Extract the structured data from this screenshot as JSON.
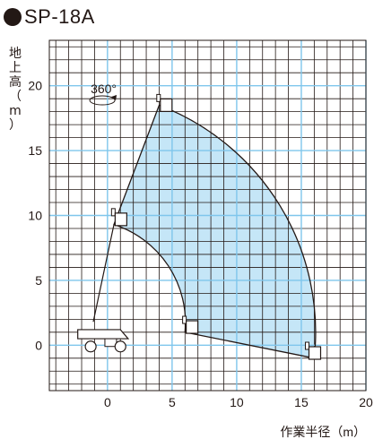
{
  "title": "SP-18A",
  "rotation_label": "360°",
  "chart_data": {
    "type": "area",
    "title": "SP-18A",
    "ylabel_chars": [
      "地",
      "上",
      "高",
      "（",
      "m",
      "）"
    ],
    "xlabel": "作業半径（m）",
    "xlim": [
      -4.5,
      20
    ],
    "ylim": [
      -3.5,
      23.5
    ],
    "xticks": [
      0,
      5,
      10,
      15,
      20
    ],
    "yticks": [
      0,
      5,
      10,
      15,
      20
    ],
    "grid_minor_step": 1,
    "grid_major_step": 5,
    "working_envelope": [
      {
        "x": 4.0,
        "y": 18.5
      },
      {
        "x": 16.0,
        "y": -1.0
      },
      {
        "x": 6.0,
        "y": 1.0
      },
      {
        "x": 0.5,
        "y": 9.3
      }
    ],
    "platform_positions": [
      {
        "x": 4.3,
        "y": 18.5
      },
      {
        "x": 0.8,
        "y": 9.7
      },
      {
        "x": 6.3,
        "y": 1.4
      },
      {
        "x": 15.8,
        "y": -0.6
      }
    ],
    "colors": {
      "envelope_fill": "#c5e6f7",
      "grid": "#231815",
      "major_grid": "#7fc6ec"
    }
  }
}
